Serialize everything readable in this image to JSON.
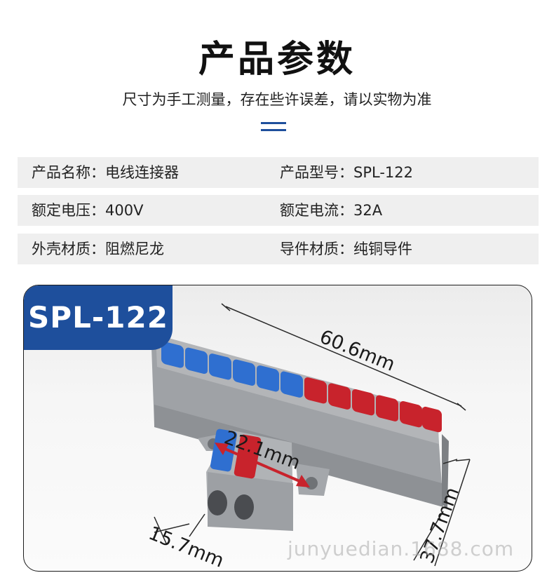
{
  "header": {
    "title": "产品参数",
    "subtitle": "尺寸为手工测量，存在些许误差，请以实物为准"
  },
  "specs": [
    {
      "left": "产品名称：电线连接器",
      "right": "产品型号：SPL-122"
    },
    {
      "left": "额定电压：400V",
      "right": "额定电流：32A"
    },
    {
      "left": "外壳材质：阻燃尼龙",
      "right": "导件材质：纯铜导件"
    }
  ],
  "product": {
    "badge": "SPL-122",
    "dimensions": {
      "length": "60.6mm",
      "inner": "22.1mm",
      "bottom": "15.7mm",
      "height": "37.7mm"
    },
    "watermark": "junyuedian.1688.com"
  },
  "colors": {
    "accent_blue": "#1e4f9c",
    "lever_blue": "#2f6fd0",
    "lever_red": "#c8232c",
    "housing_gray": "#a9abae",
    "spec_row_bg": "#efefef"
  }
}
